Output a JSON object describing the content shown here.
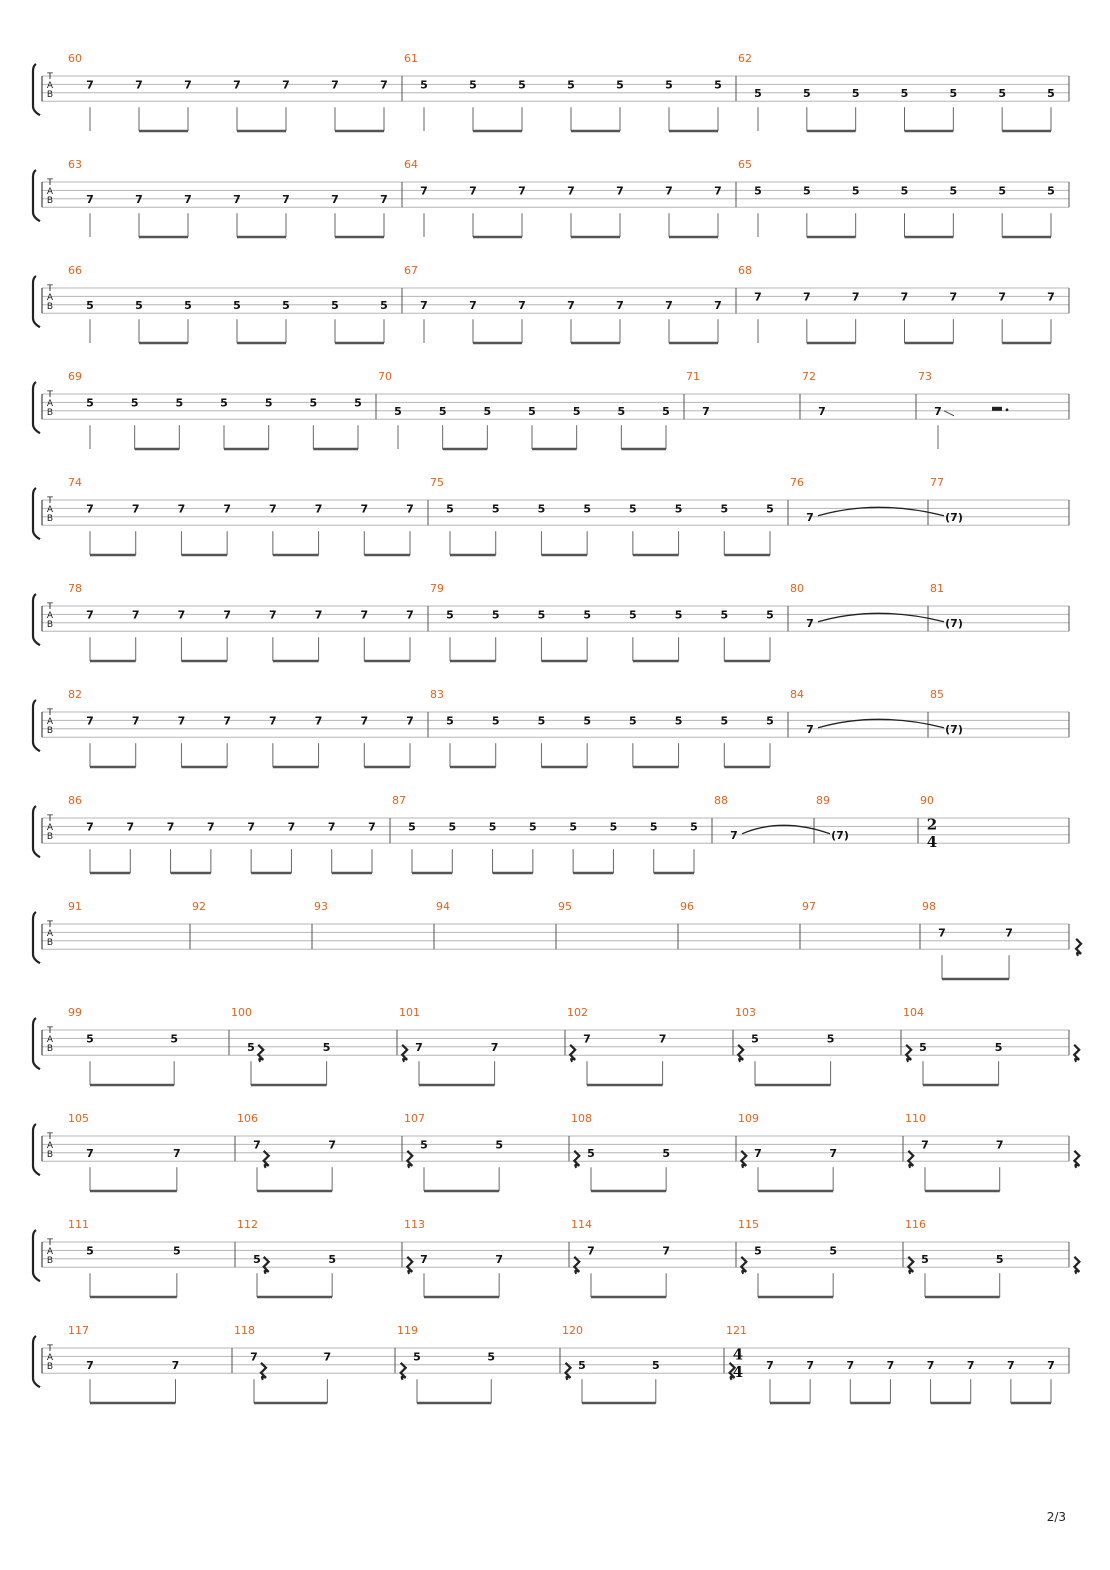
{
  "page_number": "2/3",
  "tab_clef": [
    "T",
    "A",
    "B"
  ],
  "colors": {
    "measure_number": "#e8611a",
    "staff_line": "#b5b5b5",
    "ink": "#333333"
  },
  "systems": [
    {
      "measures": [
        {
          "number": "60",
          "notes": [
            "7",
            "7",
            "7",
            "7",
            "7",
            "7",
            "7"
          ],
          "rhythm": "q+8ths",
          "string": 1
        },
        {
          "number": "61",
          "notes": [
            "5",
            "5",
            "5",
            "5",
            "5",
            "5",
            "5"
          ],
          "rhythm": "q+8ths",
          "string": 1
        },
        {
          "number": "62",
          "notes": [
            "5",
            "5",
            "5",
            "5",
            "5",
            "5",
            "5"
          ],
          "rhythm": "q+8ths",
          "string": 2
        }
      ]
    },
    {
      "measures": [
        {
          "number": "63",
          "notes": [
            "7",
            "7",
            "7",
            "7",
            "7",
            "7",
            "7"
          ],
          "rhythm": "q+8ths",
          "string": 2
        },
        {
          "number": "64",
          "notes": [
            "7",
            "7",
            "7",
            "7",
            "7",
            "7",
            "7"
          ],
          "rhythm": "q+8ths",
          "string": 1
        },
        {
          "number": "65",
          "notes": [
            "5",
            "5",
            "5",
            "5",
            "5",
            "5",
            "5"
          ],
          "rhythm": "q+8ths",
          "string": 1
        }
      ]
    },
    {
      "measures": [
        {
          "number": "66",
          "notes": [
            "5",
            "5",
            "5",
            "5",
            "5",
            "5",
            "5"
          ],
          "rhythm": "q+8ths",
          "string": 2
        },
        {
          "number": "67",
          "notes": [
            "7",
            "7",
            "7",
            "7",
            "7",
            "7",
            "7"
          ],
          "rhythm": "q+8ths",
          "string": 2
        },
        {
          "number": "68",
          "notes": [
            "7",
            "7",
            "7",
            "7",
            "7",
            "7",
            "7"
          ],
          "rhythm": "q+8ths",
          "string": 1
        }
      ]
    },
    {
      "measures": [
        {
          "number": "69",
          "notes": [
            "5",
            "5",
            "5",
            "5",
            "5",
            "5",
            "5"
          ],
          "rhythm": "q+8ths",
          "string": 1
        },
        {
          "number": "70",
          "notes": [
            "5",
            "5",
            "5",
            "5",
            "5",
            "5",
            "5"
          ],
          "rhythm": "q+8ths",
          "string": 2
        },
        {
          "number": "71",
          "notes": [
            "7"
          ],
          "rhythm": "whole",
          "string": 2
        },
        {
          "number": "72",
          "notes": [
            "7"
          ],
          "rhythm": "whole",
          "string": 2
        },
        {
          "number": "73",
          "notes": [
            "7"
          ],
          "rhythm": "quarter-slide-rest",
          "string": 2
        }
      ]
    },
    {
      "measures": [
        {
          "number": "74",
          "notes": [
            "7",
            "7",
            "7",
            "7",
            "7",
            "7",
            "7",
            "7"
          ],
          "rhythm": "8ths",
          "string": 1
        },
        {
          "number": "75",
          "notes": [
            "5",
            "5",
            "5",
            "5",
            "5",
            "5",
            "5",
            "5"
          ],
          "rhythm": "8ths",
          "string": 1
        },
        {
          "number": "76",
          "notes": [
            "7"
          ],
          "rhythm": "tie-start",
          "string": 2
        },
        {
          "number": "77",
          "notes": [
            "(7)"
          ],
          "rhythm": "tie-end",
          "string": 2
        }
      ]
    },
    {
      "measures": [
        {
          "number": "78",
          "notes": [
            "7",
            "7",
            "7",
            "7",
            "7",
            "7",
            "7",
            "7"
          ],
          "rhythm": "8ths",
          "string": 1
        },
        {
          "number": "79",
          "notes": [
            "5",
            "5",
            "5",
            "5",
            "5",
            "5",
            "5",
            "5"
          ],
          "rhythm": "8ths",
          "string": 1
        },
        {
          "number": "80",
          "notes": [
            "7"
          ],
          "rhythm": "tie-start",
          "string": 2
        },
        {
          "number": "81",
          "notes": [
            "(7)"
          ],
          "rhythm": "tie-end",
          "string": 2
        }
      ]
    },
    {
      "measures": [
        {
          "number": "82",
          "notes": [
            "7",
            "7",
            "7",
            "7",
            "7",
            "7",
            "7",
            "7"
          ],
          "rhythm": "8ths",
          "string": 1
        },
        {
          "number": "83",
          "notes": [
            "5",
            "5",
            "5",
            "5",
            "5",
            "5",
            "5",
            "5"
          ],
          "rhythm": "8ths",
          "string": 1
        },
        {
          "number": "84",
          "notes": [
            "7"
          ],
          "rhythm": "tie-start",
          "string": 2
        },
        {
          "number": "85",
          "notes": [
            "(7)"
          ],
          "rhythm": "tie-end",
          "string": 2
        }
      ]
    },
    {
      "measures": [
        {
          "number": "86",
          "notes": [
            "7",
            "7",
            "7",
            "7",
            "7",
            "7",
            "7",
            "7"
          ],
          "rhythm": "8ths",
          "string": 1
        },
        {
          "number": "87",
          "notes": [
            "5",
            "5",
            "5",
            "5",
            "5",
            "5",
            "5",
            "5"
          ],
          "rhythm": "8ths",
          "string": 1
        },
        {
          "number": "88",
          "notes": [
            "7"
          ],
          "rhythm": "tie-start",
          "string": 2
        },
        {
          "number": "89",
          "notes": [
            "(7)"
          ],
          "rhythm": "tie-end",
          "string": 2
        },
        {
          "number": "90",
          "notes": [],
          "rhythm": "empty",
          "time_signature": [
            "2",
            "4"
          ]
        }
      ]
    },
    {
      "measures": [
        {
          "number": "91",
          "notes": [],
          "rhythm": "empty"
        },
        {
          "number": "92",
          "notes": [],
          "rhythm": "empty"
        },
        {
          "number": "93",
          "notes": [],
          "rhythm": "empty"
        },
        {
          "number": "94",
          "notes": [],
          "rhythm": "empty"
        },
        {
          "number": "95",
          "notes": [],
          "rhythm": "empty"
        },
        {
          "number": "96",
          "notes": [],
          "rhythm": "empty"
        },
        {
          "number": "97",
          "notes": [],
          "rhythm": "empty"
        },
        {
          "number": "98",
          "notes": [
            "7",
            "7"
          ],
          "rhythm": "8ths-rest",
          "string": 1
        }
      ]
    },
    {
      "measures": [
        {
          "number": "99",
          "notes": [
            "5",
            "5"
          ],
          "rhythm": "8ths-rest",
          "string": 1
        },
        {
          "number": "100",
          "notes": [
            "5",
            "5"
          ],
          "rhythm": "8ths-rest",
          "string": 2
        },
        {
          "number": "101",
          "notes": [
            "7",
            "7"
          ],
          "rhythm": "8ths-rest",
          "string": 2
        },
        {
          "number": "102",
          "notes": [
            "7",
            "7"
          ],
          "rhythm": "8ths-rest",
          "string": 1
        },
        {
          "number": "103",
          "notes": [
            "5",
            "5"
          ],
          "rhythm": "8ths-rest",
          "string": 1
        },
        {
          "number": "104",
          "notes": [
            "5",
            "5"
          ],
          "rhythm": "8ths-rest",
          "string": 2
        }
      ]
    },
    {
      "measures": [
        {
          "number": "105",
          "notes": [
            "7",
            "7"
          ],
          "rhythm": "8ths-rest",
          "string": 2
        },
        {
          "number": "106",
          "notes": [
            "7",
            "7"
          ],
          "rhythm": "8ths-rest",
          "string": 1
        },
        {
          "number": "107",
          "notes": [
            "5",
            "5"
          ],
          "rhythm": "8ths-rest",
          "string": 1
        },
        {
          "number": "108",
          "notes": [
            "5",
            "5"
          ],
          "rhythm": "8ths-rest",
          "string": 2
        },
        {
          "number": "109",
          "notes": [
            "7",
            "7"
          ],
          "rhythm": "8ths-rest",
          "string": 2
        },
        {
          "number": "110",
          "notes": [
            "7",
            "7"
          ],
          "rhythm": "8ths-rest",
          "string": 1
        }
      ]
    },
    {
      "measures": [
        {
          "number": "111",
          "notes": [
            "5",
            "5"
          ],
          "rhythm": "8ths-rest",
          "string": 1
        },
        {
          "number": "112",
          "notes": [
            "5",
            "5"
          ],
          "rhythm": "8ths-rest",
          "string": 2
        },
        {
          "number": "113",
          "notes": [
            "7",
            "7"
          ],
          "rhythm": "8ths-rest",
          "string": 2
        },
        {
          "number": "114",
          "notes": [
            "7",
            "7"
          ],
          "rhythm": "8ths-rest",
          "string": 1
        },
        {
          "number": "115",
          "notes": [
            "5",
            "5"
          ],
          "rhythm": "8ths-rest",
          "string": 1
        },
        {
          "number": "116",
          "notes": [
            "5",
            "5"
          ],
          "rhythm": "8ths-rest",
          "string": 2
        }
      ]
    },
    {
      "measures": [
        {
          "number": "117",
          "notes": [
            "7",
            "7"
          ],
          "rhythm": "8ths-rest",
          "string": 2
        },
        {
          "number": "118",
          "notes": [
            "7",
            "7"
          ],
          "rhythm": "8ths-rest",
          "string": 1
        },
        {
          "number": "119",
          "notes": [
            "5",
            "5"
          ],
          "rhythm": "8ths-rest",
          "string": 1
        },
        {
          "number": "120",
          "notes": [
            "5",
            "5"
          ],
          "rhythm": "8ths-rest",
          "string": 2
        },
        {
          "number": "121",
          "notes": [
            "7",
            "7",
            "7",
            "7",
            "7",
            "7",
            "7",
            "7"
          ],
          "rhythm": "8ths",
          "string": 2,
          "time_signature": [
            "4",
            "4"
          ]
        }
      ]
    }
  ]
}
